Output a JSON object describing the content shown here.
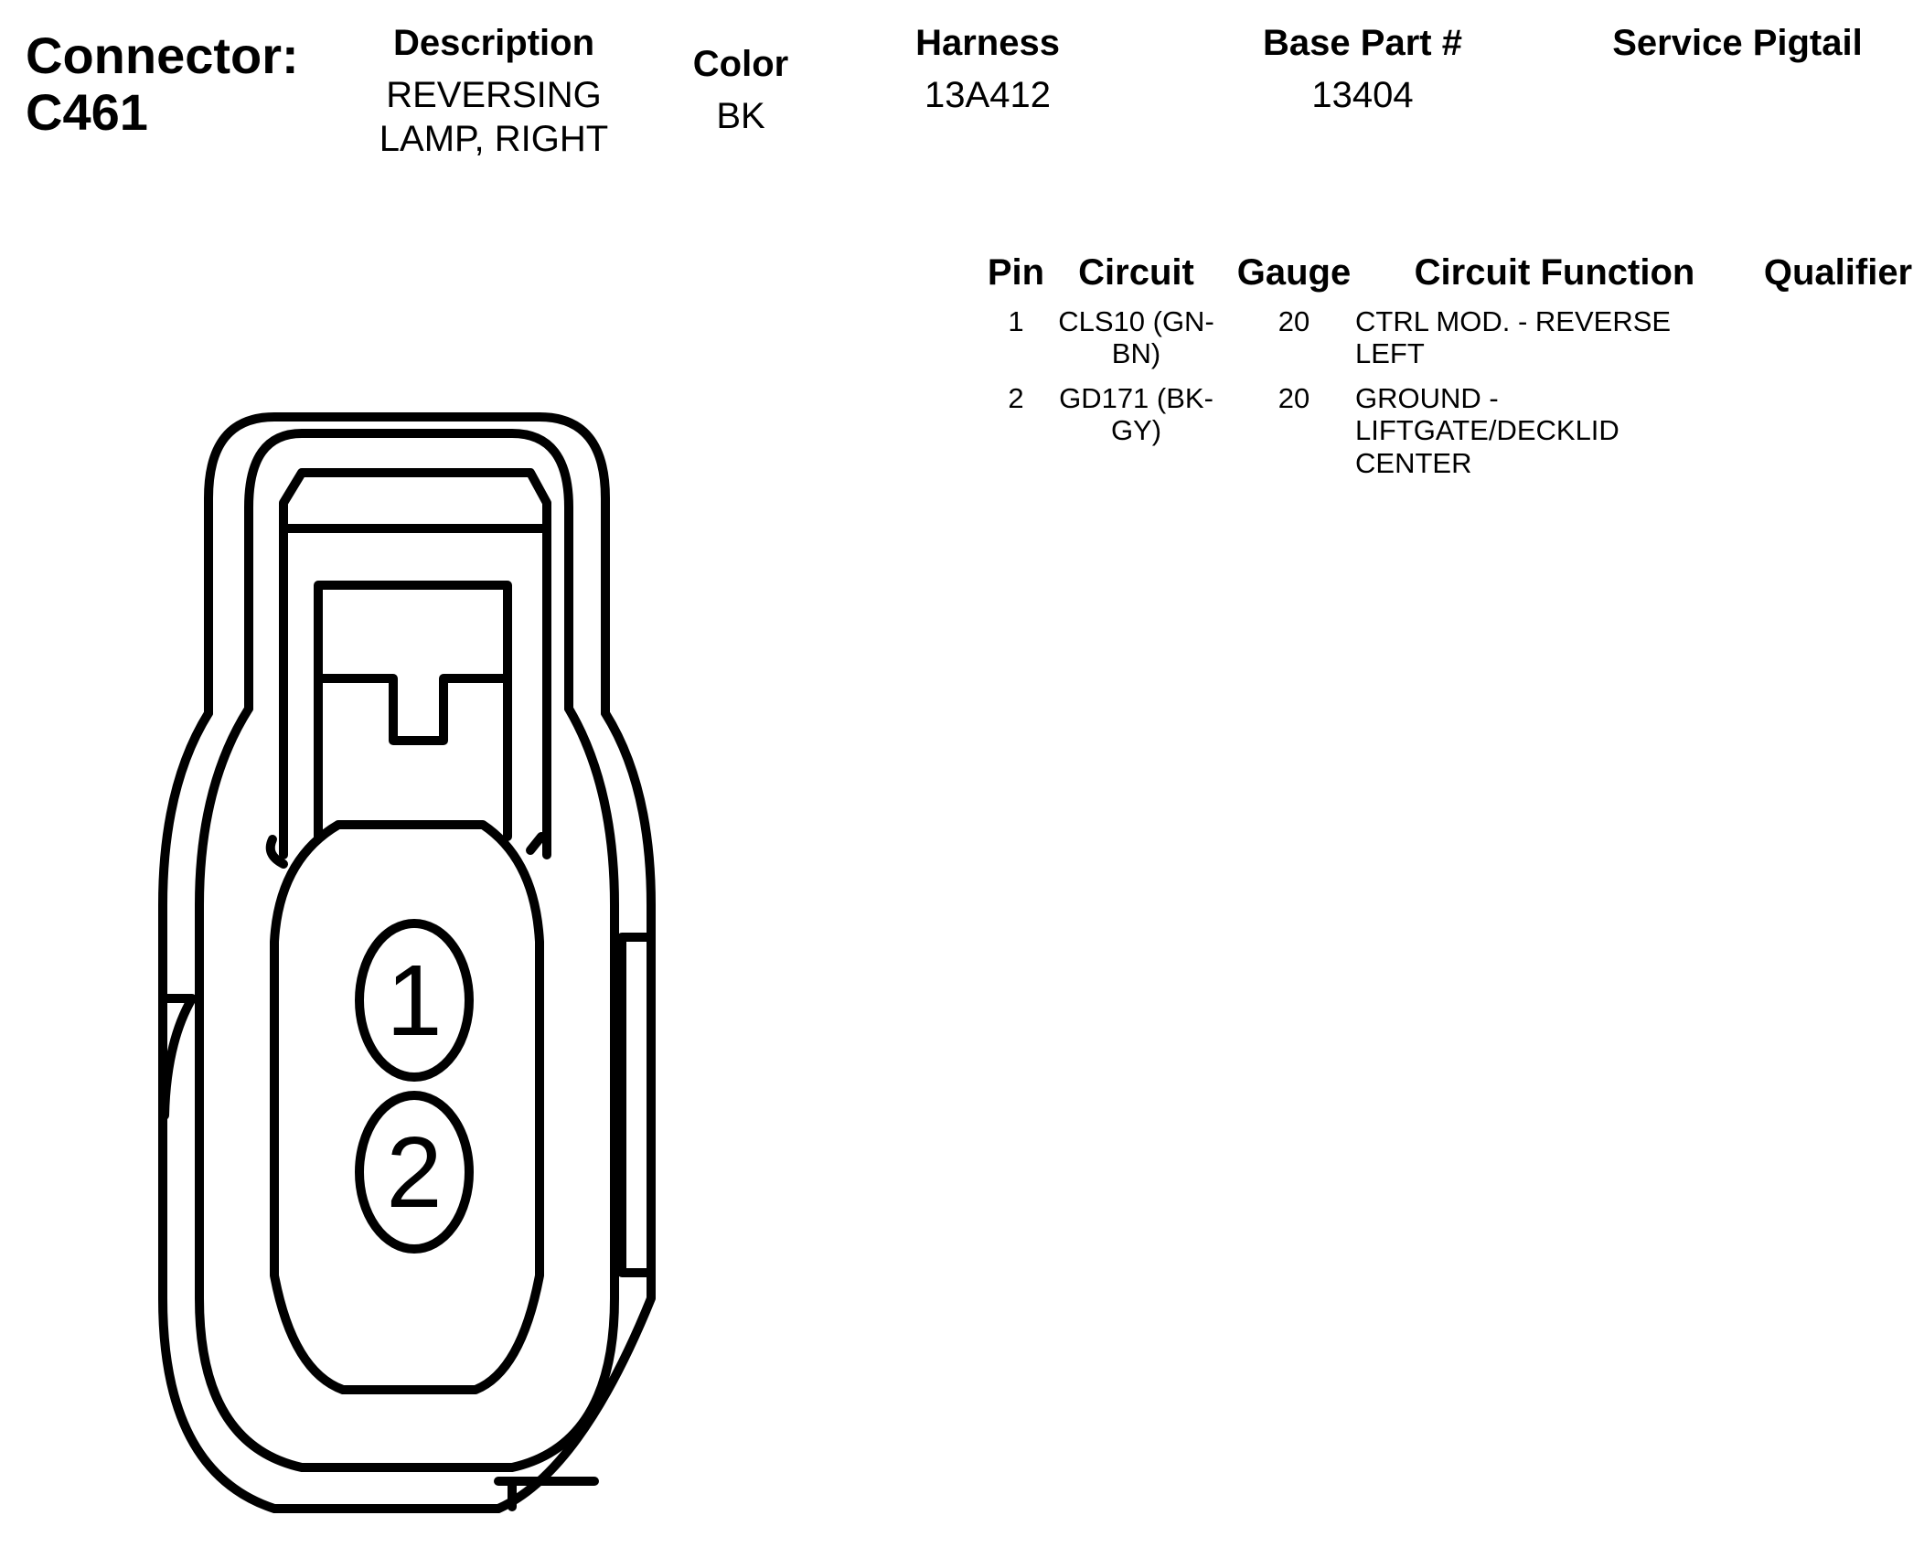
{
  "connector": {
    "label": "Connector:",
    "id": "C461"
  },
  "header": {
    "description": {
      "heading": "Description",
      "value_line1": "REVERSING",
      "value_line2": "LAMP, RIGHT"
    },
    "color": {
      "heading": "Color",
      "value": "BK"
    },
    "harness": {
      "heading": "Harness",
      "value": "13A412"
    },
    "base_part": {
      "heading": "Base Part #",
      "value": "13404"
    },
    "service_pigtail": {
      "heading": "Service Pigtail",
      "value": ""
    }
  },
  "pin_table": {
    "headers": {
      "pin": "Pin",
      "circuit": "Circuit",
      "gauge": "Gauge",
      "function": "Circuit Function",
      "qualifier": "Qualifier"
    },
    "rows": [
      {
        "pin": "1",
        "circuit_line1": "CLS10 (GN-",
        "circuit_line2": "BN)",
        "gauge": "20",
        "function_line1": "CTRL MOD. - REVERSE",
        "function_line2": "LEFT",
        "function_line3": "",
        "qualifier": ""
      },
      {
        "pin": "2",
        "circuit_line1": "GD171 (BK-",
        "circuit_line2": "GY)",
        "gauge": "20",
        "function_line1": "GROUND -",
        "function_line2": "LIFTGATE/DECKLID",
        "function_line3": "CENTER",
        "qualifier": ""
      }
    ]
  },
  "diagram": {
    "pin_labels": [
      "1",
      "2"
    ],
    "line_color": "#000000"
  }
}
